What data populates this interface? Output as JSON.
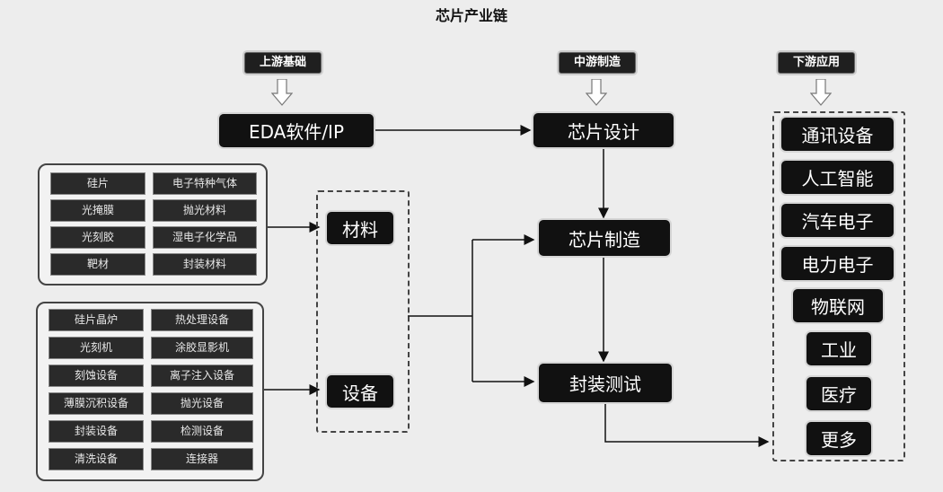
{
  "title": "芯片产业链",
  "stages": {
    "upstream": "上游基础",
    "midstream": "中游制造",
    "downstream": "下游应用"
  },
  "upstream": {
    "eda": "EDA软件/IP",
    "materials_label": "材料",
    "equipment_label": "设备",
    "materials": [
      [
        "硅片",
        "电子特种气体"
      ],
      [
        "光掩膜",
        "抛光材料"
      ],
      [
        "光刻胶",
        "湿电子化学品"
      ],
      [
        "靶材",
        "封装材料"
      ]
    ],
    "equipment": [
      [
        "硅片晶炉",
        "热处理设备"
      ],
      [
        "光刻机",
        "涂胶显影机"
      ],
      [
        "刻蚀设备",
        "离子注入设备"
      ],
      [
        "薄膜沉积设备",
        "抛光设备"
      ],
      [
        "封装设备",
        "检测设备"
      ],
      [
        "清洗设备",
        "连接器"
      ]
    ]
  },
  "midstream": {
    "design": "芯片设计",
    "manufacturing": "芯片制造",
    "packaging": "封装测试"
  },
  "downstream": {
    "applications": [
      "通讯设备",
      "人工智能",
      "汽车电子",
      "电力电子",
      "物联网",
      "工业",
      "医疗",
      "更多"
    ]
  }
}
